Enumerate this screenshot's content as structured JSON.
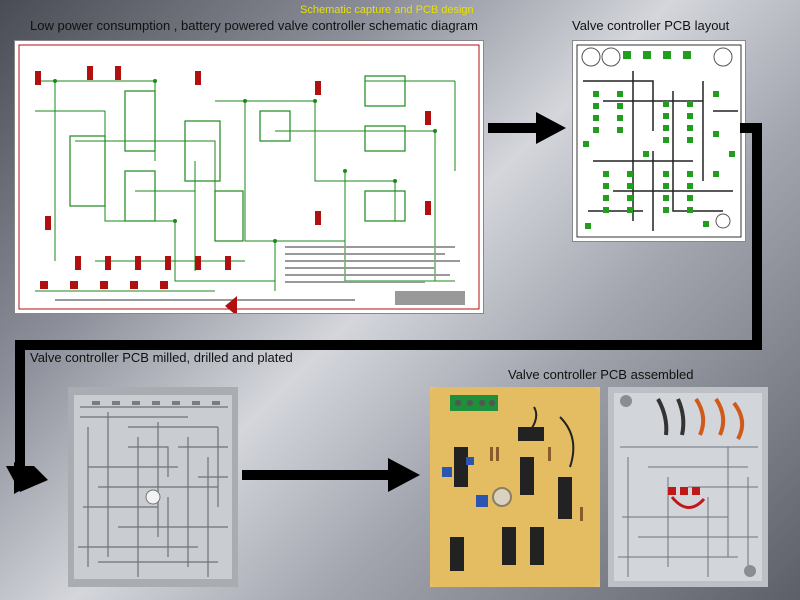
{
  "top_title": "Schematic capture and PCB design",
  "titles": {
    "schematic": "Low power consumption , battery powered valve controller schematic diagram",
    "pcb_layout": "Valve controller PCB layout",
    "milled": "Valve controller PCB milled, drilled and plated",
    "assembled": "Valve controller PCB assembled"
  },
  "colors": {
    "schematic_wire": "#1a8a1a",
    "schematic_part": "#b01010",
    "pad": "#1f9e1f",
    "arrow": "#000000",
    "top_title": "#e8e000"
  }
}
